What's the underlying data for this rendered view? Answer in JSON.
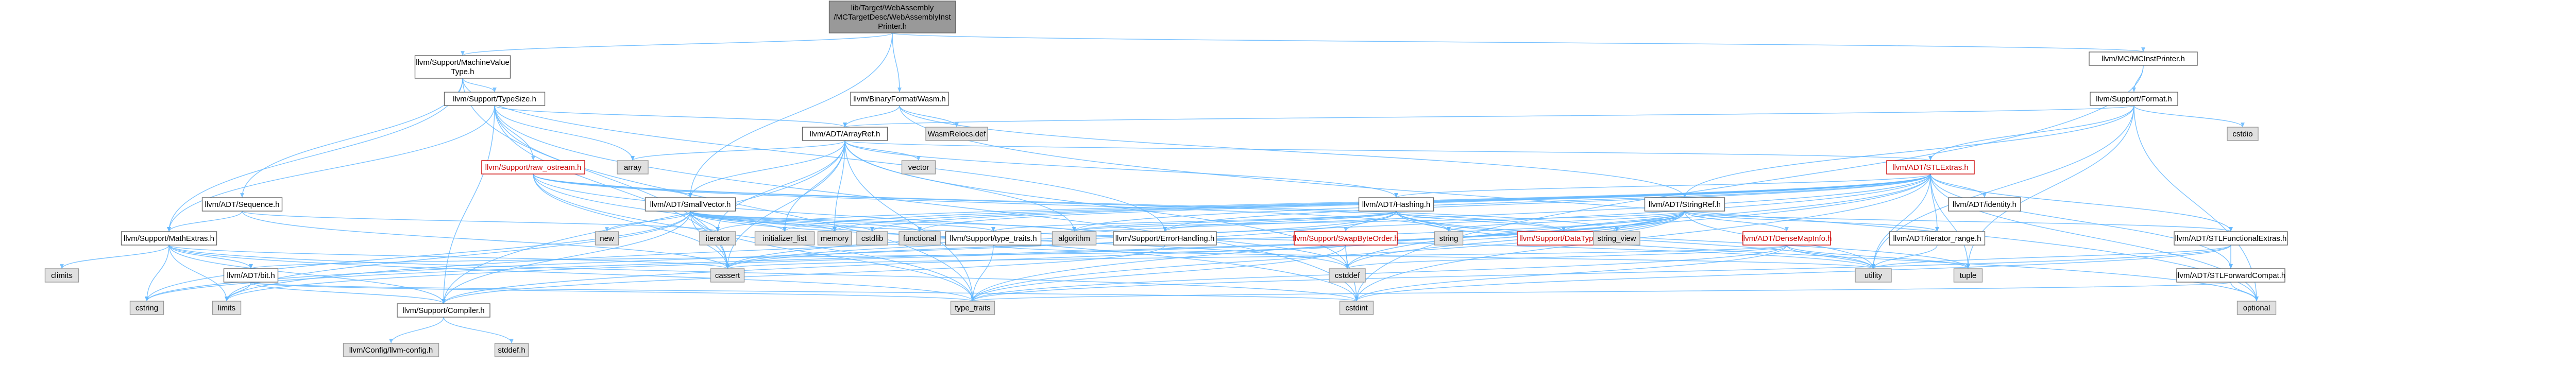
{
  "colors": {
    "edge": "#63b8ff",
    "node_border": "#666666",
    "ext_fill": "#e0e0e0",
    "root_fill": "#999999",
    "red_text": "#cc0000"
  },
  "nodes": [
    {
      "id": "root",
      "kind": "root",
      "lines": [
        "lib/Target/WebAssembly",
        "/MCTargetDesc/WebAssemblyInst",
        "Printer.h"
      ]
    },
    {
      "id": "mvt",
      "kind": "link",
      "lines": [
        "llvm/Support/MachineValue",
        "Type.h"
      ]
    },
    {
      "id": "mcinst",
      "kind": "link",
      "lines": [
        "llvm/MC/MCInstPrinter.h"
      ]
    },
    {
      "id": "wasm",
      "kind": "link",
      "lines": [
        "llvm/BinaryFormat/Wasm.h"
      ]
    },
    {
      "id": "typesize",
      "kind": "link",
      "lines": [
        "llvm/Support/TypeSize.h"
      ]
    },
    {
      "id": "format",
      "kind": "link",
      "lines": [
        "llvm/Support/Format.h"
      ]
    },
    {
      "id": "relocs",
      "kind": "ext",
      "lines": [
        "WasmRelocs.def"
      ]
    },
    {
      "id": "arrayref",
      "kind": "link",
      "lines": [
        "llvm/ADT/ArrayRef.h"
      ]
    },
    {
      "id": "cstdio",
      "kind": "ext",
      "lines": [
        "cstdio"
      ]
    },
    {
      "id": "rawostream",
      "kind": "red",
      "lines": [
        "llvm/Support/raw_ostream.h"
      ]
    },
    {
      "id": "array",
      "kind": "ext",
      "lines": [
        "array"
      ]
    },
    {
      "id": "vector",
      "kind": "ext",
      "lines": [
        "vector"
      ]
    },
    {
      "id": "stlextras",
      "kind": "red",
      "lines": [
        "llvm/ADT/STLExtras.h"
      ]
    },
    {
      "id": "sequence",
      "kind": "link",
      "lines": [
        "llvm/ADT/Sequence.h"
      ]
    },
    {
      "id": "smallvector",
      "kind": "link",
      "lines": [
        "llvm/ADT/SmallVector.h"
      ]
    },
    {
      "id": "stringref",
      "kind": "link",
      "lines": [
        "llvm/ADT/StringRef.h"
      ]
    },
    {
      "id": "identity",
      "kind": "link",
      "lines": [
        "llvm/ADT/identity.h"
      ]
    },
    {
      "id": "hashing",
      "kind": "link",
      "lines": [
        "llvm/ADT/Hashing.h"
      ]
    },
    {
      "id": "mathextras",
      "kind": "link",
      "lines": [
        "llvm/Support/MathExtras.h"
      ]
    },
    {
      "id": "new",
      "kind": "ext",
      "lines": [
        "new"
      ]
    },
    {
      "id": "iterator",
      "kind": "ext",
      "lines": [
        "iterator"
      ]
    },
    {
      "id": "initlist",
      "kind": "ext",
      "lines": [
        "initializer_list"
      ]
    },
    {
      "id": "memory",
      "kind": "ext",
      "lines": [
        "memory"
      ]
    },
    {
      "id": "cstdlib",
      "kind": "ext",
      "lines": [
        "cstdlib"
      ]
    },
    {
      "id": "functional",
      "kind": "ext",
      "lines": [
        "functional"
      ]
    },
    {
      "id": "typetraitsh",
      "kind": "link",
      "lines": [
        "llvm/Support/type_traits.h"
      ]
    },
    {
      "id": "algorithm",
      "kind": "ext",
      "lines": [
        "algorithm"
      ]
    },
    {
      "id": "errorhandling",
      "kind": "link",
      "lines": [
        "llvm/Support/ErrorHandling.h"
      ]
    },
    {
      "id": "swapbyteorder",
      "kind": "red",
      "lines": [
        "llvm/Support/SwapByteOrder.h"
      ]
    },
    {
      "id": "string",
      "kind": "ext",
      "lines": [
        "string"
      ]
    },
    {
      "id": "datatypes",
      "kind": "red",
      "lines": [
        "llvm/Support/DataTypes.h"
      ]
    },
    {
      "id": "stringview",
      "kind": "ext",
      "lines": [
        "string_view"
      ]
    },
    {
      "id": "densemapinfo",
      "kind": "red",
      "lines": [
        "llvm/ADT/DenseMapInfo.h"
      ]
    },
    {
      "id": "iterrange",
      "kind": "link",
      "lines": [
        "llvm/ADT/iterator_range.h"
      ]
    },
    {
      "id": "stlfunctional",
      "kind": "link",
      "lines": [
        "llvm/ADT/STLFunctionalExtras.h"
      ]
    },
    {
      "id": "stlforward",
      "kind": "link",
      "lines": [
        "llvm/ADT/STLForwardCompat.h"
      ]
    },
    {
      "id": "climits",
      "kind": "ext",
      "lines": [
        "climits"
      ]
    },
    {
      "id": "bit",
      "kind": "link",
      "lines": [
        "llvm/ADT/bit.h"
      ]
    },
    {
      "id": "cassert",
      "kind": "ext",
      "lines": [
        "cassert"
      ]
    },
    {
      "id": "cstddef",
      "kind": "ext",
      "lines": [
        "cstddef"
      ]
    },
    {
      "id": "utility",
      "kind": "ext",
      "lines": [
        "utility"
      ]
    },
    {
      "id": "tuple",
      "kind": "ext",
      "lines": [
        "tuple"
      ]
    },
    {
      "id": "cstring",
      "kind": "ext",
      "lines": [
        "cstring"
      ]
    },
    {
      "id": "limits",
      "kind": "ext",
      "lines": [
        "limits"
      ]
    },
    {
      "id": "compiler",
      "kind": "link",
      "lines": [
        "llvm/Support/Compiler.h"
      ]
    },
    {
      "id": "typetraits",
      "kind": "ext",
      "lines": [
        "type_traits"
      ]
    },
    {
      "id": "cstdint",
      "kind": "ext",
      "lines": [
        "cstdint"
      ]
    },
    {
      "id": "optional",
      "kind": "ext",
      "lines": [
        "optional"
      ]
    },
    {
      "id": "llvmconfig",
      "kind": "ext",
      "lines": [
        "llvm/Config/llvm-config.h"
      ]
    },
    {
      "id": "stddef",
      "kind": "ext",
      "lines": [
        "stddef.h"
      ]
    }
  ],
  "edges": [
    [
      "root",
      "mvt"
    ],
    [
      "root",
      "mcinst"
    ],
    [
      "root",
      "wasm"
    ],
    [
      "root",
      "smallvector"
    ],
    [
      "mvt",
      "typesize"
    ],
    [
      "mvt",
      "sequence"
    ],
    [
      "mvt",
      "mathextras"
    ],
    [
      "mvt",
      "errorhandling"
    ],
    [
      "mvt",
      "cassert"
    ],
    [
      "mcinst",
      "format"
    ],
    [
      "mcinst",
      "cstdint"
    ],
    [
      "wasm",
      "arrayref"
    ],
    [
      "wasm",
      "relocs"
    ],
    [
      "wasm",
      "stringref"
    ],
    [
      "wasm",
      "optional"
    ],
    [
      "typesize",
      "arrayref"
    ],
    [
      "typesize",
      "rawostream"
    ],
    [
      "typesize",
      "mathextras"
    ],
    [
      "typesize",
      "compiler"
    ],
    [
      "typesize",
      "array"
    ],
    [
      "typesize",
      "cassert"
    ],
    [
      "typesize",
      "cstdint"
    ],
    [
      "typesize",
      "typetraits"
    ],
    [
      "format",
      "stlextras"
    ],
    [
      "format",
      "stringref"
    ],
    [
      "format",
      "arrayref"
    ],
    [
      "format",
      "cstdio"
    ],
    [
      "format",
      "optional"
    ],
    [
      "format",
      "tuple"
    ],
    [
      "format",
      "utility"
    ],
    [
      "arrayref",
      "smallvector"
    ],
    [
      "arrayref",
      "stlextras"
    ],
    [
      "arrayref",
      "compiler"
    ],
    [
      "arrayref",
      "vector"
    ],
    [
      "arrayref",
      "array"
    ],
    [
      "arrayref",
      "algorithm"
    ],
    [
      "arrayref",
      "cassert"
    ],
    [
      "arrayref",
      "cstddef"
    ],
    [
      "arrayref",
      "initlist"
    ],
    [
      "arrayref",
      "iterator"
    ],
    [
      "arrayref",
      "memory"
    ],
    [
      "arrayref",
      "typetraits"
    ],
    [
      "arrayref",
      "hashing"
    ],
    [
      "rawostream",
      "datatypes"
    ],
    [
      "rawostream",
      "smallvector"
    ],
    [
      "rawostream",
      "cassert"
    ],
    [
      "rawostream",
      "cstddef"
    ],
    [
      "rawostream",
      "cstdint"
    ],
    [
      "rawostream",
      "string"
    ],
    [
      "rawostream",
      "stringview"
    ],
    [
      "rawostream",
      "typetraits"
    ],
    [
      "stlextras",
      "identity"
    ],
    [
      "stlextras",
      "stlforward"
    ],
    [
      "stlextras",
      "stlfunctional"
    ],
    [
      "stlextras",
      "iterrange"
    ],
    [
      "stlextras",
      "hashing"
    ],
    [
      "stlextras",
      "errorhandling"
    ],
    [
      "stlextras",
      "algorithm"
    ],
    [
      "stlextras",
      "cassert"
    ],
    [
      "stlextras",
      "cstddef"
    ],
    [
      "stlextras",
      "cstdint"
    ],
    [
      "stlextras",
      "cstdlib"
    ],
    [
      "stlextras",
      "functional"
    ],
    [
      "stlextras",
      "initlist"
    ],
    [
      "stlextras",
      "iterator"
    ],
    [
      "stlextras",
      "limits"
    ],
    [
      "stlextras",
      "memory"
    ],
    [
      "stlextras",
      "optional"
    ],
    [
      "stlextras",
      "tuple"
    ],
    [
      "stlextras",
      "typetraits"
    ],
    [
      "stlextras",
      "utility"
    ],
    [
      "sequence",
      "mathextras"
    ],
    [
      "sequence",
      "cassert"
    ],
    [
      "sequence",
      "iterator"
    ],
    [
      "sequence",
      "type_traits_placeholder"
    ],
    [
      "smallvector",
      "compiler"
    ],
    [
      "smallvector",
      "typetraitsh"
    ],
    [
      "smallvector",
      "algorithm"
    ],
    [
      "smallvector",
      "cassert"
    ],
    [
      "smallvector",
      "cstddef"
    ],
    [
      "smallvector",
      "cstdlib"
    ],
    [
      "smallvector",
      "cstring"
    ],
    [
      "smallvector",
      "functional"
    ],
    [
      "smallvector",
      "initlist"
    ],
    [
      "smallvector",
      "iterator"
    ],
    [
      "smallvector",
      "limits"
    ],
    [
      "smallvector",
      "memory"
    ],
    [
      "smallvector",
      "new"
    ],
    [
      "smallvector",
      "typetraits"
    ],
    [
      "smallvector",
      "utility"
    ],
    [
      "stringref",
      "densemapinfo"
    ],
    [
      "stringref",
      "iterrange"
    ],
    [
      "stringref",
      "compiler"
    ],
    [
      "stringref",
      "algorithm"
    ],
    [
      "stringref",
      "cassert"
    ],
    [
      "stringref",
      "cstddef"
    ],
    [
      "stringref",
      "cstring"
    ],
    [
      "stringref",
      "limits"
    ],
    [
      "stringref",
      "string"
    ],
    [
      "stringref",
      "stringview"
    ],
    [
      "stringref",
      "typetraits"
    ],
    [
      "stringref",
      "utility"
    ],
    [
      "stringref",
      "stlfunctional"
    ],
    [
      "stringref",
      "datatypes"
    ],
    [
      "hashing",
      "errorhandling"
    ],
    [
      "hashing",
      "swapbyteorder"
    ],
    [
      "hashing",
      "datatypes"
    ],
    [
      "hashing",
      "algorithm"
    ],
    [
      "hashing",
      "cassert"
    ],
    [
      "hashing",
      "cstring"
    ],
    [
      "hashing",
      "optional"
    ],
    [
      "hashing",
      "string"
    ],
    [
      "hashing",
      "tuple"
    ],
    [
      "hashing",
      "utility"
    ],
    [
      "hashing",
      "typetraitsh"
    ],
    [
      "mathextras",
      "bit"
    ],
    [
      "mathextras",
      "compiler"
    ],
    [
      "mathextras",
      "cassert"
    ],
    [
      "mathextras",
      "climits"
    ],
    [
      "mathextras",
      "cstdint"
    ],
    [
      "mathextras",
      "cstring"
    ],
    [
      "mathextras",
      "limits"
    ],
    [
      "mathextras",
      "typetraits"
    ],
    [
      "typetraitsh",
      "typetraits"
    ],
    [
      "typetraitsh",
      "utility"
    ],
    [
      "errorhandling",
      "compiler"
    ],
    [
      "swapbyteorder",
      "bit"
    ],
    [
      "swapbyteorder",
      "cstddef"
    ],
    [
      "swapbyteorder",
      "cstdint"
    ],
    [
      "swapbyteorder",
      "typetraits"
    ],
    [
      "densemapinfo",
      "cassert"
    ],
    [
      "densemapinfo",
      "cstddef"
    ],
    [
      "densemapinfo",
      "cstdint"
    ],
    [
      "densemapinfo",
      "tuple"
    ],
    [
      "densemapinfo",
      "typetraits"
    ],
    [
      "densemapinfo",
      "utility"
    ],
    [
      "iterrange",
      "utility"
    ],
    [
      "stlfunctional",
      "stlforward"
    ],
    [
      "stlfunctional",
      "cstdint"
    ],
    [
      "stlfunctional",
      "typetraits"
    ],
    [
      "stlfunctional",
      "utility"
    ],
    [
      "stlforward",
      "optional"
    ],
    [
      "stlforward",
      "typetraits"
    ],
    [
      "bit",
      "compiler"
    ],
    [
      "bit",
      "cstdint"
    ],
    [
      "bit",
      "limits"
    ],
    [
      "bit",
      "typetraits"
    ],
    [
      "compiler",
      "llvmconfig"
    ],
    [
      "compiler",
      "stddef"
    ]
  ]
}
